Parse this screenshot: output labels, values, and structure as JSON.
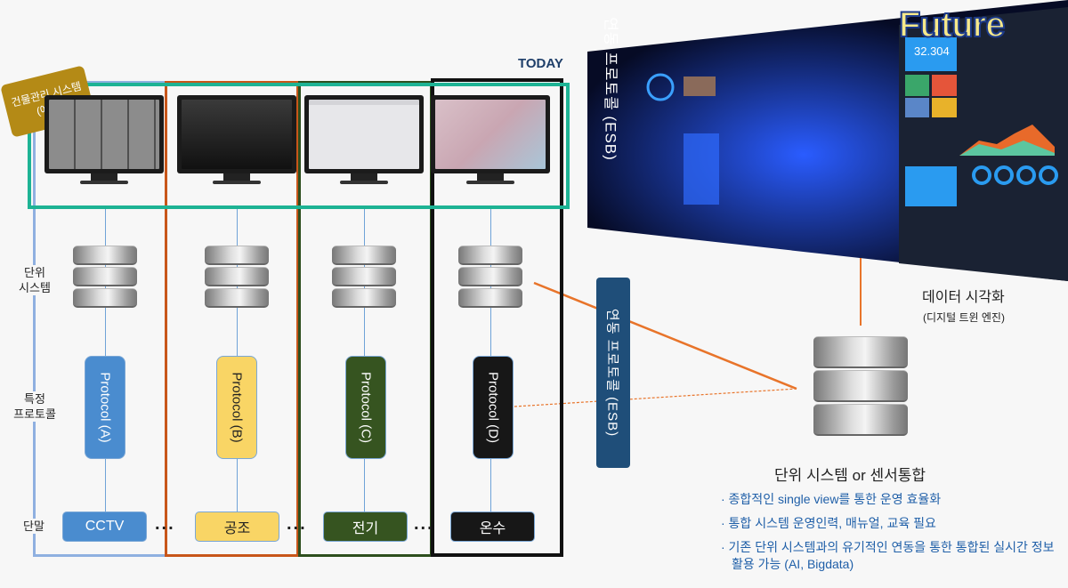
{
  "today_label": "TODAY",
  "future_label": "Future",
  "bms_badge": {
    "line1": "건물관리 시스템",
    "line2": "(예제)"
  },
  "row_labels": {
    "unit_system": [
      "단위",
      "시스템"
    ],
    "protocol": [
      "특정",
      "프로토콜"
    ],
    "terminal": "단말"
  },
  "columns": [
    {
      "protocol": "Protocol (A)",
      "terminal": "CCTV",
      "color": "#4a8ccf",
      "text": "#ffffff",
      "border": "#8fb0e0"
    },
    {
      "protocol": "Protocol (B)",
      "terminal": "공조",
      "color": "#f9d565",
      "text": "#222222",
      "border": "#c8561a"
    },
    {
      "protocol": "Protocol (C)",
      "terminal": "전기",
      "color": "#365420",
      "text": "#ffffff",
      "border": "#2e4f1e"
    },
    {
      "protocol": "Protocol (D)",
      "terminal": "온수",
      "color": "#171717",
      "text": "#ffffff",
      "border": "#111111"
    }
  ],
  "ellipsis": "...",
  "esb_label": "연동 프로토콜 (ESB)",
  "visualization": {
    "title": "데이터 시각화",
    "subtitle": "(디지털 트윈 엔진)"
  },
  "dashboard": {
    "big_number": "32.304"
  },
  "integration": {
    "title": "단위 시스템 or 센서통합",
    "bullets": [
      "· 종합적인 single view를 통한 운영 효율화",
      "· 통합 시스템 운영인력, 매뉴얼, 교육 필요",
      "· 기존 단위 시스템과의 유기적인 연동을 통한 통합된 실시간 정보 활용 가능 (AI, Bigdata)"
    ]
  }
}
